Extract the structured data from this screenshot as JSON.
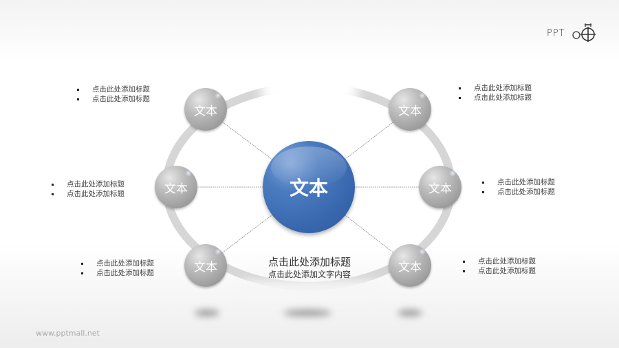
{
  "logo": {
    "text": "PPT",
    "icon": "compass-circle-icon"
  },
  "center": {
    "label": "文本",
    "color": "#3b69b0"
  },
  "nodes": [
    {
      "id": "top-left",
      "label": "文本"
    },
    {
      "id": "mid-left",
      "label": "文本"
    },
    {
      "id": "bottom-left",
      "label": "文本"
    },
    {
      "id": "top-right",
      "label": "文本"
    },
    {
      "id": "mid-right",
      "label": "文本"
    },
    {
      "id": "bottom-right",
      "label": "文本"
    }
  ],
  "bullet_groups": [
    {
      "position": "top-left",
      "items": [
        "点击此处添加标题",
        "点击此处添加标题"
      ]
    },
    {
      "position": "mid-left",
      "items": [
        "点击此处添加标题",
        "点击此处添加标题"
      ]
    },
    {
      "position": "bottom-left",
      "items": [
        "点击此处添加标题",
        "点击此处添加标题"
      ]
    },
    {
      "position": "top-right",
      "items": [
        "点击此处添加标题",
        "点击此处添加标题"
      ]
    },
    {
      "position": "mid-right",
      "items": [
        "点击此处添加标题",
        "点击此处添加标题"
      ]
    },
    {
      "position": "bottom-right",
      "items": [
        "点击此处添加标题",
        "点击此处添加标题"
      ]
    }
  ],
  "caption": {
    "title": "点击此处添加标题",
    "subtitle": "点击此处添加文字内容"
  },
  "footer": {
    "url": "www.pptmall.net"
  }
}
